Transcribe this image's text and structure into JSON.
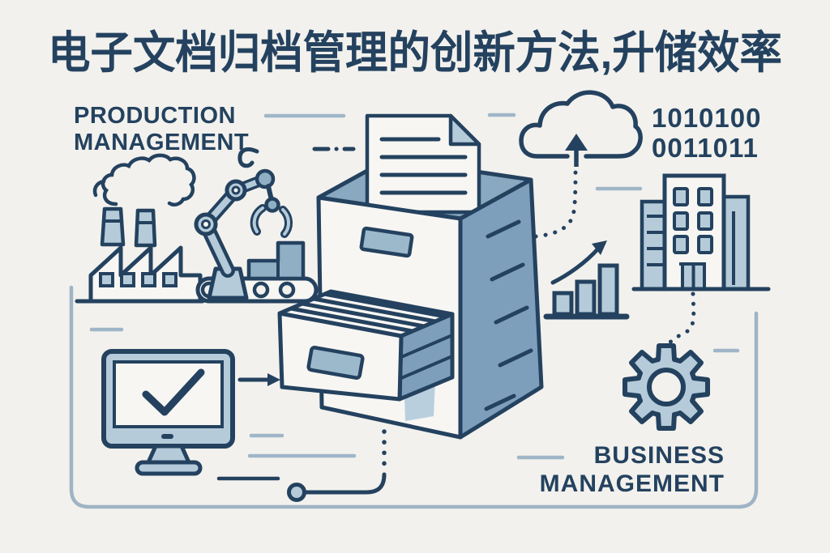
{
  "title": {
    "text": "电子文档归档管理的创新方法,升储效率"
  },
  "labels": {
    "production_management": {
      "line1": "PRODUCTION",
      "line2": "MANAGEMENT"
    },
    "business_management": {
      "line1": "BUSINESS",
      "line2": "MANAGEMENT"
    },
    "binary_code": {
      "line1": "1010100",
      "line2": "0011011"
    }
  },
  "colors": {
    "background": "#f2f1ed",
    "navy_outline": "#24425f",
    "light_blue_fill": "#b5cbd9",
    "medium_blue_fill": "#7d9fbc",
    "pale_blue_fill": "#9cb9cc",
    "frame_border": "#9fb4c5",
    "white_fill": "#f7f6f3"
  },
  "icons": {
    "factory": "factory-icon",
    "smoke": "smoke-icon",
    "robot_arm": "robot-arm-icon",
    "conveyor": "conveyor-belt-icon",
    "document": "document-icon",
    "filing_cabinet": "filing-cabinet-icon",
    "cloud_upload": "cloud-upload-icon",
    "bar_chart": "growth-chart-icon",
    "building": "office-building-icon",
    "gear": "gear-icon",
    "monitor_checkmark": "monitor-checkmark-icon"
  }
}
